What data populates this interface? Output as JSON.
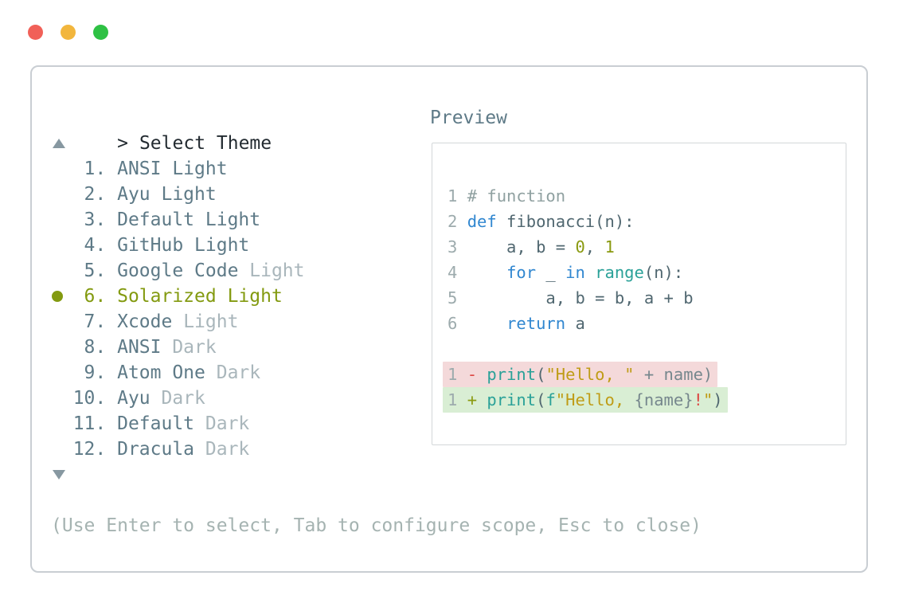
{
  "window": {
    "controls": {
      "close_color": "#f16058",
      "minimize_color": "#f2b63d",
      "zoom_color": "#2ec144"
    }
  },
  "prompt": {
    "caret": ">",
    "title": "Select Theme"
  },
  "list": {
    "items": [
      {
        "num": 1,
        "name": "ANSI",
        "variant": "Light",
        "variant_dim": false,
        "selected": false
      },
      {
        "num": 2,
        "name": "Ayu",
        "variant": "Light",
        "variant_dim": false,
        "selected": false
      },
      {
        "num": 3,
        "name": "Default",
        "variant": "Light",
        "variant_dim": false,
        "selected": false
      },
      {
        "num": 4,
        "name": "GitHub",
        "variant": "Light",
        "variant_dim": false,
        "selected": false
      },
      {
        "num": 5,
        "name": "Google Code",
        "variant": "Light",
        "variant_dim": true,
        "selected": false
      },
      {
        "num": 6,
        "name": "Solarized",
        "variant": "Light",
        "variant_dim": false,
        "selected": true
      },
      {
        "num": 7,
        "name": "Xcode",
        "variant": "Light",
        "variant_dim": true,
        "selected": false
      },
      {
        "num": 8,
        "name": "ANSI",
        "variant": "Dark",
        "variant_dim": true,
        "selected": false
      },
      {
        "num": 9,
        "name": "Atom One",
        "variant": "Dark",
        "variant_dim": true,
        "selected": false
      },
      {
        "num": 10,
        "name": "Ayu",
        "variant": "Dark",
        "variant_dim": true,
        "selected": false
      },
      {
        "num": 11,
        "name": "Default",
        "variant": "Dark",
        "variant_dim": true,
        "selected": false
      },
      {
        "num": 12,
        "name": "Dracula",
        "variant": "Dark",
        "variant_dim": true,
        "selected": false
      }
    ]
  },
  "preview": {
    "label": "Preview",
    "code_lines": [
      {
        "num": "1",
        "bg": "none",
        "tokens": [
          [
            "# function",
            "comment"
          ]
        ]
      },
      {
        "num": "2",
        "bg": "none",
        "tokens": [
          [
            "def",
            "keyword"
          ],
          [
            " fibonacci(n):",
            "text"
          ]
        ]
      },
      {
        "num": "3",
        "bg": "none",
        "tokens": [
          [
            "    a, b = ",
            "text"
          ],
          [
            "0",
            "number"
          ],
          [
            ", ",
            "text"
          ],
          [
            "1",
            "number"
          ]
        ]
      },
      {
        "num": "4",
        "bg": "none",
        "tokens": [
          [
            "    ",
            "text"
          ],
          [
            "for",
            "keyword"
          ],
          [
            " _ ",
            "text"
          ],
          [
            "in",
            "keyword"
          ],
          [
            " ",
            "text"
          ],
          [
            "range",
            "func"
          ],
          [
            "(n):",
            "text"
          ]
        ]
      },
      {
        "num": "5",
        "bg": "none",
        "tokens": [
          [
            "        a, b = b, a + b",
            "text"
          ]
        ]
      },
      {
        "num": "6",
        "bg": "none",
        "tokens": [
          [
            "    ",
            "text"
          ],
          [
            "return",
            "keyword"
          ],
          [
            " a",
            "text"
          ]
        ]
      },
      {
        "num": "",
        "bg": "none",
        "tokens": []
      },
      {
        "num": "1",
        "bg": "removed",
        "tokens": [
          [
            "-",
            "red"
          ],
          [
            " ",
            "text"
          ],
          [
            "print",
            "func"
          ],
          [
            "(",
            "text"
          ],
          [
            "\"Hello, \"",
            "string"
          ],
          [
            " + name)",
            "muted"
          ]
        ]
      },
      {
        "num": "1",
        "bg": "added",
        "tokens": [
          [
            "+",
            "number"
          ],
          [
            " ",
            "text"
          ],
          [
            "print",
            "func"
          ],
          [
            "(",
            "text"
          ],
          [
            "f",
            "func"
          ],
          [
            "\"Hello, ",
            "string"
          ],
          [
            "{name}",
            "muted"
          ],
          [
            "!",
            "red"
          ],
          [
            "\"",
            "string"
          ],
          [
            ")",
            "text"
          ]
        ]
      }
    ]
  },
  "footer": {
    "hint": "(Use Enter to select, Tab to configure scope, Esc to close)"
  },
  "palette": {
    "dark": "#232b31",
    "slate": "#5e7a87",
    "dim": "#a9b6bb",
    "olive": "#839a10",
    "arrow": "#8798a1",
    "footer_text": "#a5b3b1",
    "preview_label": "#5e7a87",
    "linenum": "#9dabad",
    "text": "#506770",
    "keyword": "#3187d0",
    "func": "#2aa198",
    "string": "#bf9c16",
    "number": "#8a9a10",
    "comment": "#90a1a1",
    "muted": "#76878d",
    "red": "#dc4541",
    "removed_bg": "#f4d9da",
    "added_bg": "#d9eed4"
  }
}
